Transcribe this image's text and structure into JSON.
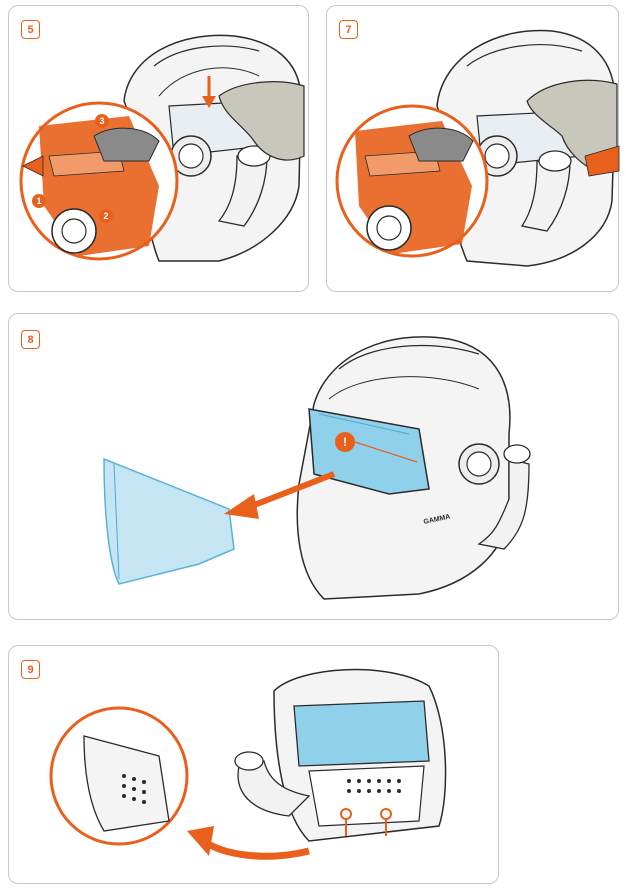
{
  "panels": [
    {
      "step": "5",
      "callouts": [
        "1",
        "2",
        "3"
      ]
    },
    {
      "step": "7"
    },
    {
      "step": "8",
      "warning": "!",
      "brand": "GAMMA"
    },
    {
      "step": "9"
    }
  ],
  "colors": {
    "accent": "#e8601c",
    "line": "#2b2b2b",
    "visor": "#8fd0ea",
    "skin": "#c9c6bb",
    "panel_border": "#c8c8c8"
  },
  "icons": [
    "helmet-illustration",
    "zoom-circle",
    "arrow-icon",
    "warning-icon"
  ]
}
